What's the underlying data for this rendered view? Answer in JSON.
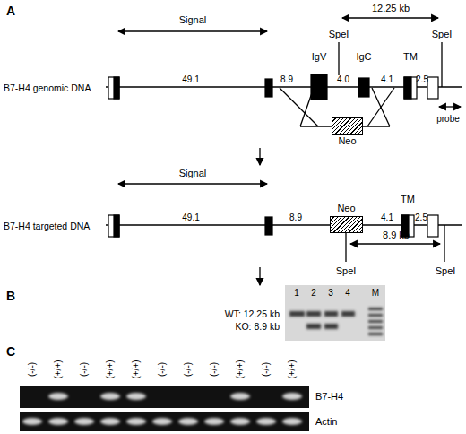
{
  "diagram": {
    "nodes": [
      {
        "text": [
          "Neo"
        ]
      },
      {
        "text": [
          "Neo"
        ]
      }
    ],
    "labels": [
      "A",
      "Signal",
      "12.25 kb",
      "SpeI",
      "SpeI",
      "IgV",
      "IgC",
      "TM",
      "B7-H4 genomic DNA",
      "49.1",
      "8.9",
      "4.0",
      "4.1",
      "2.5",
      "probe",
      "Signal",
      "TM",
      "B7-H4 targeted DNA",
      "49.1",
      "8.9",
      "4.1",
      "2.5",
      "SpeI",
      "8.9 kb",
      "SpeI",
      "B",
      "1",
      "2",
      "3",
      "4",
      "M",
      "WT: 12.25 kb",
      "KO: 8.9 kb",
      "C",
      "(-/-)",
      "(+/+)",
      "(-/-)",
      "(+/+)",
      "(+/+)",
      "(-/-)",
      "(-/-)",
      "(-/-)",
      "(+/+)",
      "(-/-)",
      "(+/+)",
      "B7-H4",
      "Actin"
    ]
  }
}
